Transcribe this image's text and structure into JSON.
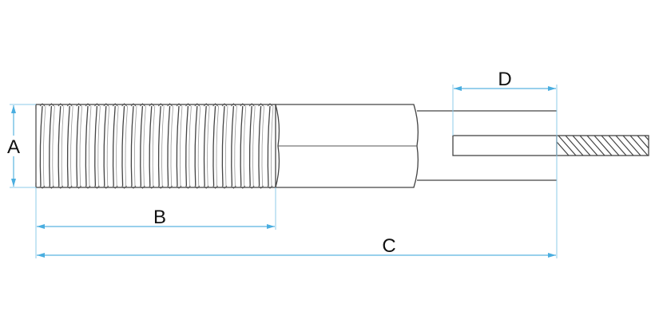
{
  "dimensions": {
    "a": "A",
    "b": "B",
    "c": "C",
    "d": "D"
  },
  "colors": {
    "dimension_line": "#5ab4e0",
    "outline": "#444444"
  }
}
